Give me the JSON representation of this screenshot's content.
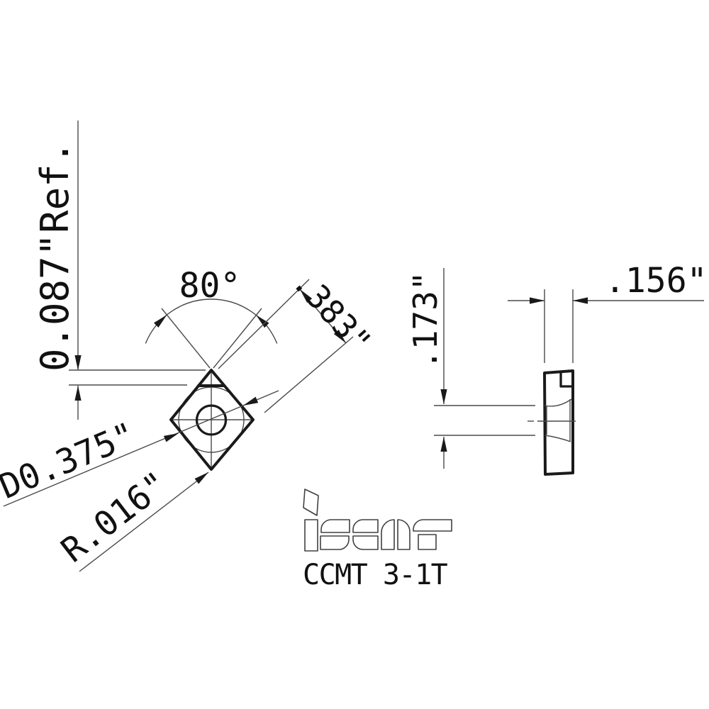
{
  "labels": {
    "ref_height": "0.087\"Ref.",
    "nose_angle": "80°",
    "edge_length": ".383\"",
    "inscribed_circle": "D0.375\"",
    "corner_radius": "R.016\"",
    "side_height": ".173\"",
    "side_width": ".156\""
  },
  "brand_wordmark": "iscar",
  "part_number": "CCMT 3-1T",
  "colors": {
    "bold_line": "#1a1a1a",
    "thin_line": "#4a4a4a",
    "text": "#111111",
    "background": "#ffffff"
  }
}
